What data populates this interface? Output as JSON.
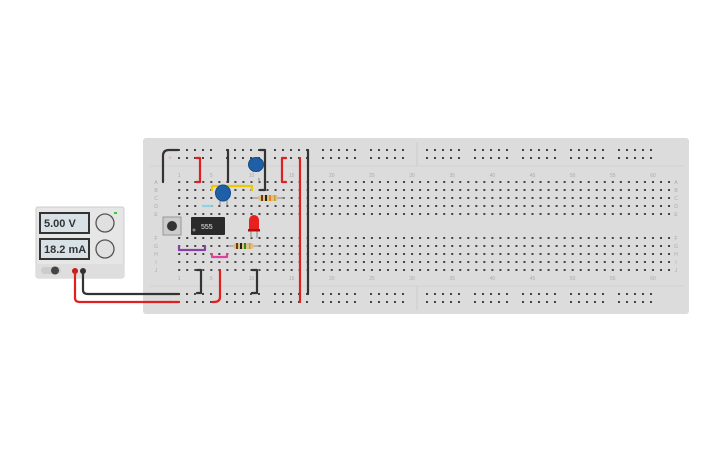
{
  "power_supply": {
    "voltage": "5.00 V",
    "current": "18.2 mA",
    "on_led_color": "#33cc33"
  },
  "breadboard": {
    "column_labels": [
      "1",
      "5",
      "10",
      "15",
      "20",
      "25",
      "30",
      "35",
      "40",
      "45",
      "50",
      "55",
      "60"
    ],
    "row_labels_top": [
      "A",
      "B",
      "C",
      "D",
      "E"
    ],
    "row_labels_bottom": [
      "F",
      "G",
      "H",
      "I",
      "J"
    ],
    "plus_sign": "+",
    "columns": 62
  },
  "components": {
    "ic_label": "555",
    "wire_colors": {
      "red": "#e02020",
      "black": "#333333",
      "yellow": "#f0c800",
      "purple": "#8a3fa8",
      "pink": "#e040a0",
      "light_blue": "#8fd3e8"
    },
    "capacitor_color": "#1f5fa8",
    "led_color": "#e82020"
  }
}
